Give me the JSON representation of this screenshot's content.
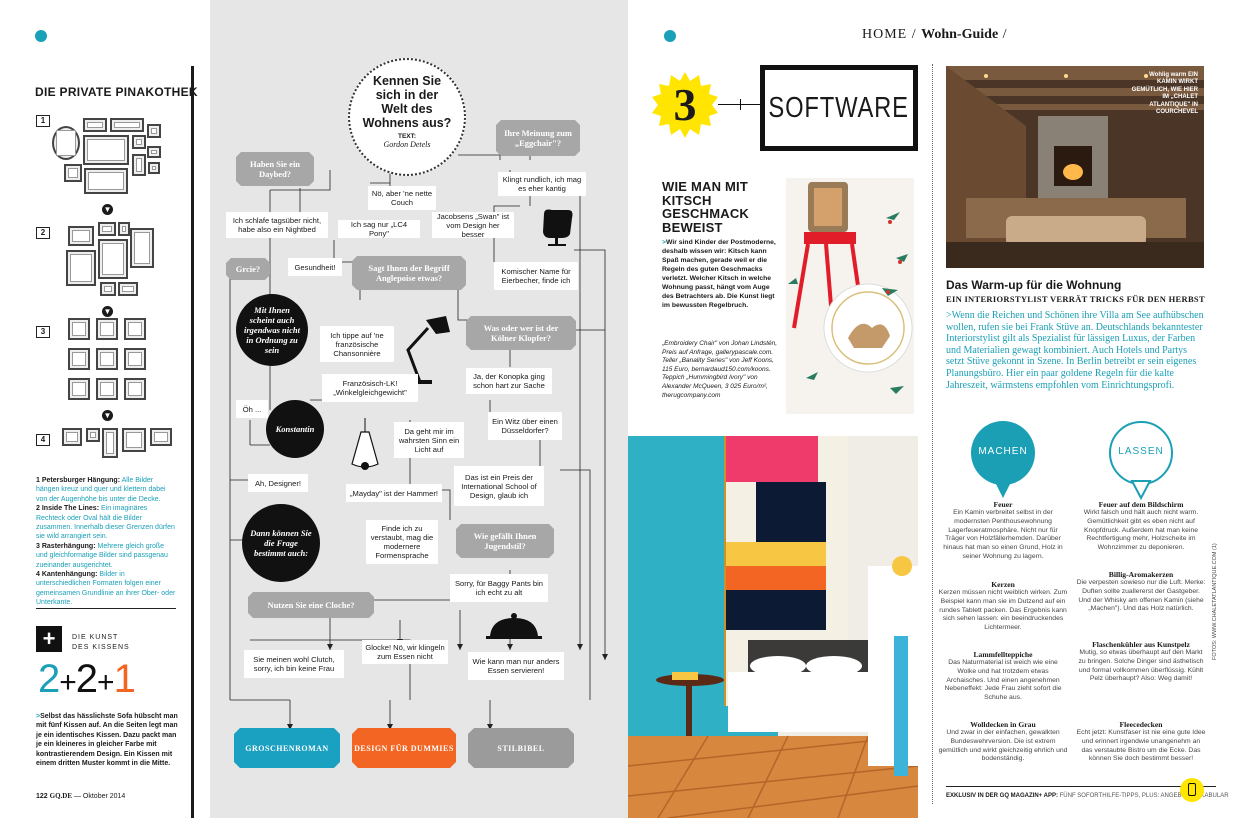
{
  "header": {
    "home": "HOME",
    "sep": "/",
    "section": "Wohn-Guide",
    "end": "/"
  },
  "left": {
    "title": "DIE PRIVATE PINAKOTHEK",
    "nums": [
      "1",
      "2",
      "3",
      "4"
    ],
    "captions": [
      {
        "num": "1",
        "head": "Petersburger Hängung:",
        "text": "Alle Bilder hängen kreuz und quer und klettern dabei von der Augenhöhe bis unter die Decke."
      },
      {
        "num": "2",
        "head": "Inside The Lines:",
        "text": "Ein imaginäres Rechteck oder Oval hält die Bilder zusammen. Innerhalb dieser Grenzen dürfen sie wild arrangiert sein."
      },
      {
        "num": "3",
        "head": "Rasterhängung:",
        "text": "Mehrere gleich große und gleichformatige Bilder sind passgenau zueinander ausgerichtet."
      },
      {
        "num": "4",
        "head": "Kantenhängung:",
        "text": "Bilder in unterschiedlichen Formaten folgen einer gemeinsamen Grundlinie an ihrer Ober- oder Unterkante."
      }
    ],
    "kunst_label1": "DIE KUNST",
    "kunst_label2": "DES KISSENS",
    "formula": {
      "a": "2",
      "plus1": "+",
      "b": "2",
      "plus2": "+",
      "c": "1"
    },
    "kissen_text": "Selbst das hässlichste Sofa hübscht man mit fünf Kissen auf. An die Seiten legt man je ein identisches Kissen. Dazu packt man je ein kleineres in gleicher Farbe mit kontrastierendem Design. Ein Kissen mit einem dritten Muster kommt in die Mitte.",
    "folio": "122",
    "folio_brand": "GQ.DE",
    "folio_date": "Oktober 2014"
  },
  "flow": {
    "intro_title": "Kennen Sie sich in der Welt des Wohnens aus?",
    "intro_text_label": "TEXT:",
    "intro_author": "Gordon Detels",
    "q_daybed": "Haben Sie ein Daybed?",
    "q_eggchair": "Ihre Meinung zum „Eggchair\"?",
    "a_no_nette": "Nö, aber 'ne nette Couch",
    "a_rundlich": "Klingt rundlich, ich mag es eher kantig",
    "a_nightbed": "Ich schlafe tagsüber nicht, habe also ein Nightbed",
    "a_lc4": "Ich sag nur „LC4 Pony\"",
    "a_jacobsens": "Jacobsens „Swan\" ist vom Design her besser",
    "q_grcie": "Grcie?",
    "a_gesundheit": "Gesundheit!",
    "q_anglepoise": "Sagt Ihnen der Begriff Anglepoise etwas?",
    "a_komischer": "Komischer Name für Eierbecher, finde ich",
    "c_mit_ihnen": "Mit Ihnen scheint auch irgendwas nicht in Ordnung zu sein",
    "a_chansonniere": "Ich tippe auf 'ne französische Chansonnière",
    "q_kolner": "Was oder wer ist der Kölner Klopfer?",
    "a_konopka": "Ja, der Konopka ging schon hart zur Sache",
    "a_franzosisch": "Französisch-LK! „Winkelgleichgewicht\"",
    "a_oh": "Öh ...",
    "c_konstantin": "Konstantin",
    "a_wahrsten": "Da geht mir im wahrsten Sinn ein Licht auf",
    "a_witz": "Ein Witz über einen Düsseldorfer?",
    "a_designer": "Ah, Designer!",
    "a_mayday": "„Mayday\" ist der Hammer!",
    "a_preis": "Das ist ein Preis der International School of Design, glaub ich",
    "c_dann": "Dann können Sie die Frage bestimmt auch:",
    "a_verstaubt": "Finde ich zu verstaubt, mag die modernere Formensprache",
    "q_jugendstil": "Wie gefällt Ihnen Jugendstil?",
    "a_baggy": "Sorry, für Baggy Pants bin ich echt zu alt",
    "q_cloche": "Nutzen Sie eine Cloche?",
    "a_clutch": "Sie meinen wohl Clutch, sorry, ich bin keine Frau",
    "a_glocke": "Glocke! Nö, wir klingeln zum Essen nicht",
    "a_servieren": "Wie kann man nur anders Essen servieren!",
    "end1": "GROSCHENROMAN",
    "end2": "DESIGN FÜR DUMMIES",
    "end3": "STILBIBEL"
  },
  "right": {
    "badge_num": "3",
    "badge_word": "SOFTWARE",
    "kitsch_title": "WIE MAN MIT KITSCH GESCHMACK BEWEIST",
    "kitsch_text": "Wir sind Kinder der Postmoderne, deshalb wissen wir: Kitsch kann Spaß machen, gerade weil er die Regeln des guten Geschmacks verletzt. Welcher Kitsch in welche Wohnung passt, hängt vom Auge des Betrachters ab. Die Kunst liegt im bewussten Regelbruch.",
    "kitsch_caption": "„Embroidery Chair\" von Johan Lindstén, Preis auf Anfrage, gallerypascale.com. Teller „Banality Series\" von Jeff Koons, 115 Euro, bernardaud150.com/koons. Teppich „Hummingbird Ivory\" von Alexander McQueen, 3 025 Euro/m², therugcompany.com",
    "photo_caption": "Wohlig warm EIN KAMIN WIRKT GEMÜTLICH, WIE HIER IM „CHALET ATLANTIQUE\" IN COURCHEVEL",
    "warmup_title": "Das Warm-up für die Wohnung",
    "warmup_sub": "EIN INTERIORSTYLIST VERRÄT TRICKS FÜR DEN HERBST",
    "warmup_text": "Wenn die Reichen und Schönen ihre Villa am See aufhübschen wollen, rufen sie bei Frank Stüve an. Deutschlands bekanntester Interiorstylist gilt als Spezialist für lässigen Luxus, der Farben und Materialien gewagt kombiniert. Auch Hotels und Partys setzt Stüve gekonnt in Szene. In Berlin betreibt er sein eigenes Planungsbüro. Hier ein paar goldene Regeln für die kalte Jahreszeit, wärmstens empfohlen vom Einrichtungsprofi.",
    "machen": "MACHEN",
    "lassen": "LASSEN",
    "machen_items": [
      {
        "h": "Feuer",
        "t": "Ein Kamin verbreitet selbst in der modernsten Penthousewohnung Lagerfeueratmosphäre. Nicht nur für Träger von Holzfällerhemden. Darüber hinaus hat man so einen Grund, Holz in seiner Wohnung zu lagern."
      },
      {
        "h": "Kerzen",
        "t": "Kerzen müssen nicht weiblich wirken. Zum Beispiel kann man sie im Dutzend auf ein rundes Tablett packen. Das Ergebnis kann sich sehen lassen: ein beeindruckendes Lichtermeer."
      },
      {
        "h": "Lammfellteppiche",
        "t": "Das Naturmaterial ist weich wie eine Wolke und hat trotzdem etwas Archaisches. Und einen angenehmen Nebeneffekt: Jede Frau zieht sofort die Schuhe aus."
      },
      {
        "h": "Wolldecken in Grau",
        "t": "Und zwar in der einfachen, gewalkten Bundeswehrversion. Die ist extrem gemütlich und wirkt gleichzeitig ehrlich und bodenständig."
      }
    ],
    "lassen_items": [
      {
        "h": "Feuer auf dem Bildschirm",
        "t": "Wirkt falsch und hält auch nicht warm. Gemütlichkeit gibt es eben nicht auf Knopfdruck. Außerdem hat man keine Rechtfertigung mehr, Holzscheite im Wohnzimmer zu deponieren."
      },
      {
        "h": "Billig-Aromakerzen",
        "t": "Die verpesten sowieso nur die Luft. Merke: Duften sollte zuallererst der Gastgeber. Und der Whisky am offenen Kamin (siehe „Machen\"). Und das Holz natürlich."
      },
      {
        "h": "Flaschenkühler aus Kunstpelz",
        "t": "Mutig, so etwas überhaupt auf den Markt zu bringen. Solche Dinger sind ästhetisch und formal vollkommen überflüssig. Kühlt Pelz überhaupt? Also: Weg damit!"
      },
      {
        "h": "Fleecedecken",
        "t": "Echt jetzt: Kunstfaser ist nie eine gute Idee und erinnert irgendwie unangenehm an das verstaubte Bistro um die Ecke. Das können Sie doch bestimmt besser!"
      }
    ],
    "photo_credit": "FOTOS: WWW.CHALETATLANTIQUE.COM (1)",
    "footer_bold": "EXKLUSIV IN DER GQ MAGAZIN+ APP:",
    "footer_rest": "FÜNF SOFORTHILFE-TIPPS, PLUS: ANGEBER-VOKABULAR"
  },
  "colors": {
    "accent": "#1aa0b8",
    "yellow": "#ffe500",
    "end1": "#1aa0c0",
    "end2": "#f26522",
    "end3": "#9b9b9b"
  }
}
